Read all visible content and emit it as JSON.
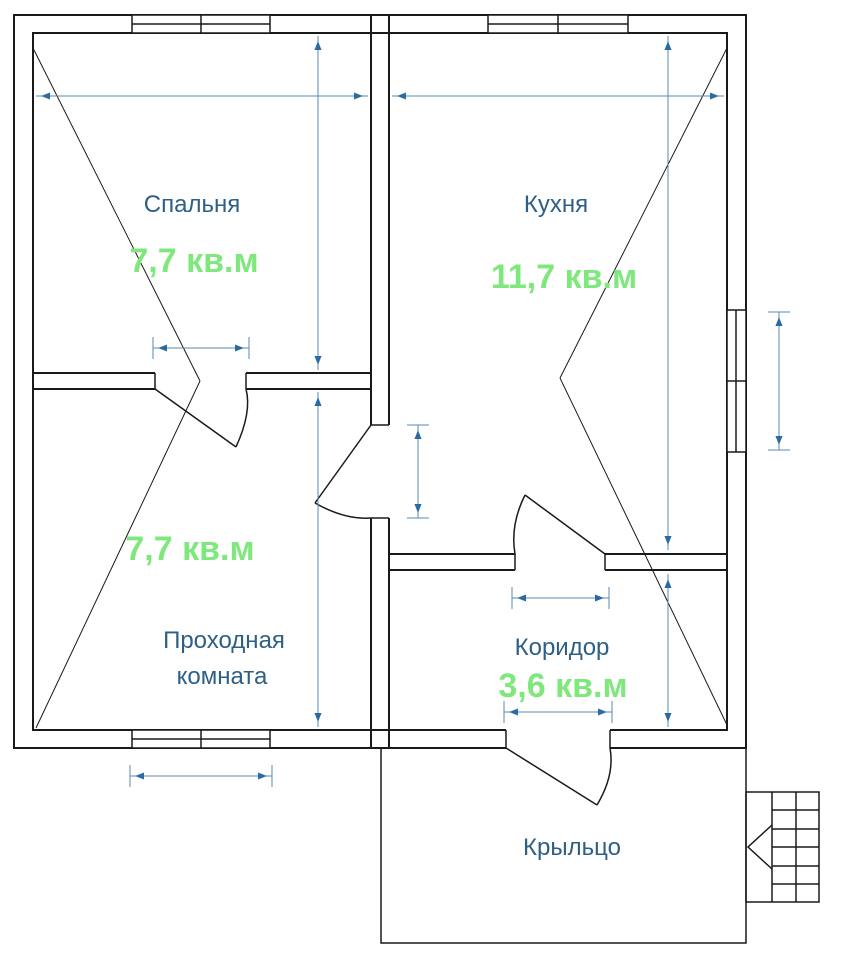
{
  "rooms": {
    "bedroom": {
      "name": "Спальня",
      "area": "7,7 кв.м"
    },
    "kitchen": {
      "name": "Кухня",
      "area": "11,7 кв.м"
    },
    "walkthrough": {
      "name_line1": "Проходная",
      "name_line2": "комната",
      "area": "7,7 кв.м"
    },
    "corridor": {
      "name": "Коридор",
      "area": "3,6 кв.м"
    },
    "porch": {
      "name": "Крыльцо"
    }
  },
  "colors": {
    "room_label": "#2e5f86",
    "area_label": "#7ee87c",
    "dimension": "#5b88b0",
    "wall": "#1a1a1a"
  }
}
